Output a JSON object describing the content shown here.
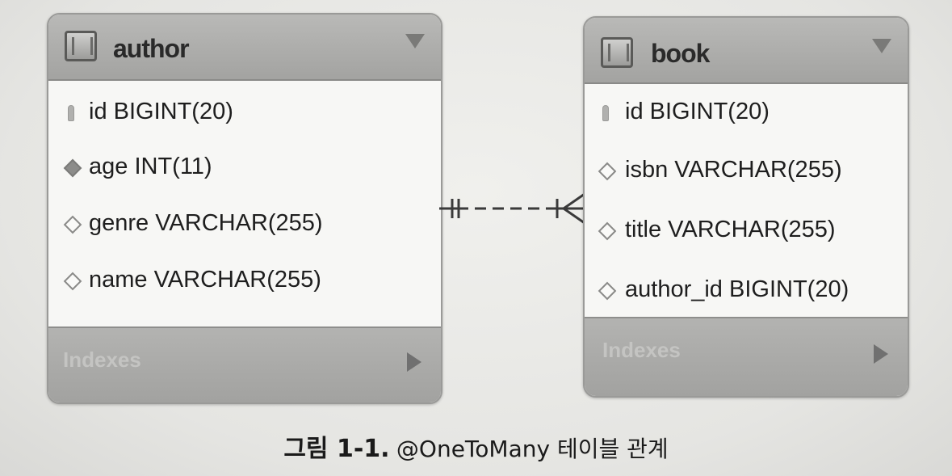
{
  "author_table": {
    "name": "author",
    "columns": [
      {
        "text": "id BIGINT(20)",
        "icon": "primary-key-icon"
      },
      {
        "text": "age INT(11)",
        "icon": "not-null-column-icon"
      },
      {
        "text": "genre VARCHAR(255)",
        "icon": "nullable-column-icon"
      },
      {
        "text": "name VARCHAR(255)",
        "icon": "nullable-column-icon"
      }
    ],
    "footer": "Indexes"
  },
  "book_table": {
    "name": "book",
    "columns": [
      {
        "text": "id BIGINT(20)",
        "icon": "primary-key-icon"
      },
      {
        "text": "isbn VARCHAR(255)",
        "icon": "nullable-column-icon"
      },
      {
        "text": "title VARCHAR(255)",
        "icon": "nullable-column-icon"
      },
      {
        "text": "author_id BIGINT(20)",
        "icon": "nullable-column-icon"
      }
    ],
    "footer": "Indexes"
  },
  "relationship": {
    "from": "author",
    "to": "book",
    "from_cardinality": "one-and-only-one",
    "to_cardinality": "one-or-many",
    "line_style": "dashed"
  },
  "caption": {
    "figure_number": "그림 1-1.",
    "text": "@OneToMany 테이블 관계"
  }
}
